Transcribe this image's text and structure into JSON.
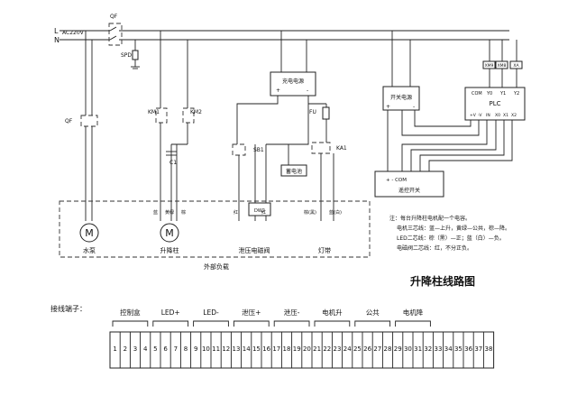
{
  "lines": {
    "L": "L",
    "N": "N",
    "supply": "AC220V"
  },
  "components": {
    "qf_main": "QF",
    "qf_pump": "QF",
    "spd": "SPD",
    "km1": "KM1",
    "km2": "KM2",
    "c1": "C1",
    "charger": "充电电源",
    "charger_plus": "+",
    "charger_minus": "-",
    "fu": "FU",
    "sb1": "SB1",
    "battery": "蓄电池",
    "ka1": "KA1",
    "dw2": "DW2",
    "switch_psu": "开关电源",
    "switch_psu_plus": "+",
    "switch_psu_minus": "-",
    "remote_switch": "遥控开关",
    "remote_terms": "+  - COM",
    "plc": "PLC",
    "plc_top": [
      "COM",
      "Y0",
      "Y1",
      "Y2"
    ],
    "plc_bottom": [
      "+V",
      "-V",
      "IN",
      "X0",
      "X1",
      "X2"
    ],
    "xm": [
      "XM9",
      "XM8",
      "XA"
    ]
  },
  "wire_labels": {
    "motor_a": "蓝",
    "motor_b": "黄绿",
    "motor_c": "棕",
    "valve_a": "红",
    "valve_b": "红",
    "lamp_a": "棕(黑)",
    "lamp_b": "蓝(白)"
  },
  "loads": {
    "pump_glyph": "M",
    "pump": "水泵",
    "lift_glyph": "M",
    "lift": "升降柱",
    "valve": "泄压电磁阀",
    "lamp": "灯带",
    "group": "外部负载"
  },
  "notes": [
    "注：每台升降柱电机配一个电容。",
    "电机三芯线：蓝—上升，黄绿—公共，棕—降。",
    "LED二芯线：棕（黑）—正；蓝（白）—负。",
    "电磁阀二芯线：红，不分正负。"
  ],
  "title": "升降柱线路图",
  "terminal_strip": {
    "label": "接线端子：",
    "groups": [
      "控制盒",
      "LED+",
      "LED-",
      "泄压+",
      "泄压-",
      "电机升",
      "公共",
      "电机降"
    ],
    "numbers": [
      "1",
      "2",
      "3",
      "4",
      "5",
      "6",
      "7",
      "8",
      "9",
      "10",
      "11",
      "12",
      "13",
      "14",
      "15",
      "16",
      "17",
      "18",
      "19",
      "20",
      "21",
      "22",
      "23",
      "24",
      "25",
      "26",
      "27",
      "28",
      "29",
      "30",
      "31",
      "32",
      "33",
      "34",
      "35",
      "36",
      "37",
      "38"
    ]
  }
}
